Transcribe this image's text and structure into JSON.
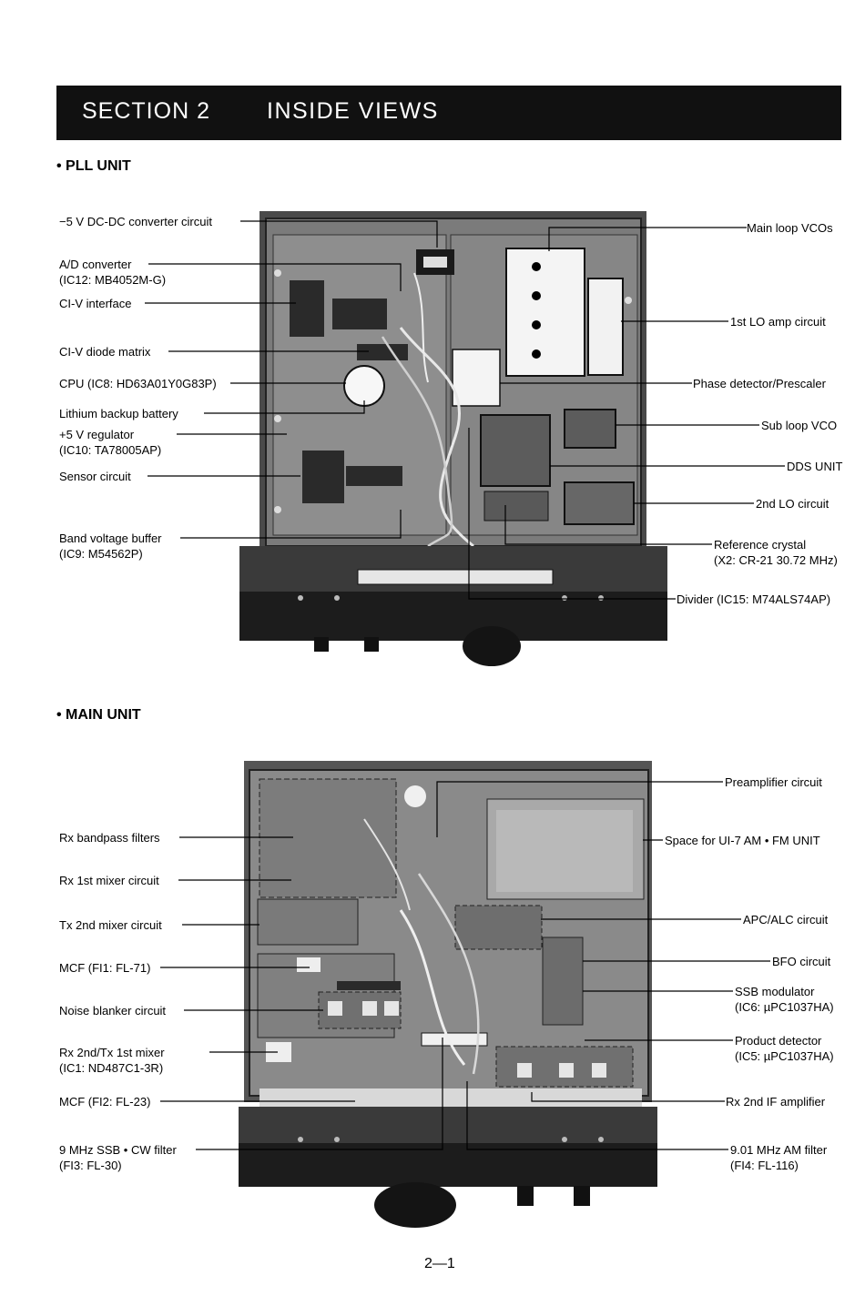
{
  "header": {
    "section": "SECTION 2",
    "title": "INSIDE VIEWS"
  },
  "pll": {
    "heading": "• PLL UNIT",
    "left": [
      [
        "−5 V DC-DC converter circuit"
      ],
      [
        "A/D converter",
        "(IC12: MB4052M-G)"
      ],
      [
        "CI-V interface"
      ],
      [
        "CI-V diode matrix"
      ],
      [
        "CPU (IC8: HD63A01Y0G83P)"
      ],
      [
        "Lithium backup battery"
      ],
      [
        "+5 V regulator",
        "(IC10: TA78005AP)"
      ],
      [
        "Sensor circuit"
      ],
      [
        "Band voltage buffer",
        "(IC9: M54562P)"
      ]
    ],
    "right": [
      [
        "Main loop VCOs"
      ],
      [
        "1st LO amp circuit"
      ],
      [
        "Phase detector/Prescaler"
      ],
      [
        "Sub loop VCO"
      ],
      [
        "DDS UNIT"
      ],
      [
        "2nd LO circuit"
      ],
      [
        "Reference crystal",
        "(X2: CR-21 30.72 MHz)"
      ],
      [
        "Divider (IC15: M74ALS74AP)"
      ]
    ]
  },
  "main": {
    "heading": "• MAIN UNIT",
    "left": [
      [
        "Rx bandpass filters"
      ],
      [
        "Rx 1st mixer circuit"
      ],
      [
        "Tx 2nd mixer circuit"
      ],
      [
        "MCF (FI1: FL-71)"
      ],
      [
        "Noise blanker circuit"
      ],
      [
        "Rx 2nd/Tx 1st mixer",
        "(IC1: ND487C1-3R)"
      ],
      [
        "MCF (FI2: FL-23)"
      ],
      [
        "9 MHz SSB • CW filter",
        "(FI3: FL-30)"
      ]
    ],
    "right": [
      [
        "Preamplifier circuit"
      ],
      [
        "Space for UI-7 AM • FM UNIT"
      ],
      [
        "APC/ALC circuit"
      ],
      [
        "BFO circuit"
      ],
      [
        "SSB modulator",
        "(IC6: µPC1037HA)"
      ],
      [
        "Product detector",
        "(IC5: µPC1037HA)"
      ],
      [
        "Rx 2nd IF amplifier"
      ],
      [
        "9.01 MHz AM filter",
        "(FI4: FL-116)"
      ]
    ]
  },
  "page_number": "2—1"
}
